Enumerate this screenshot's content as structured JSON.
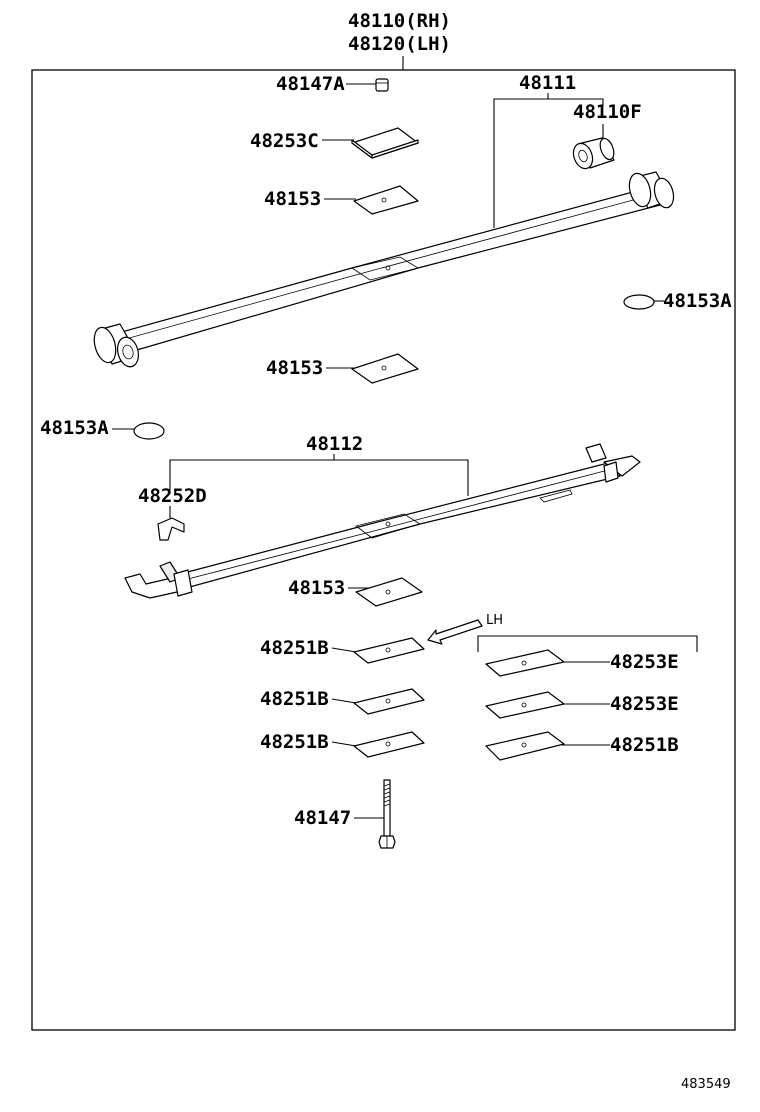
{
  "header": {
    "assembly_rh": "48110(RH)",
    "assembly_lh": "48120(LH)"
  },
  "labels": {
    "p48147A": "48147A",
    "p48111": "48111",
    "p48110F": "48110F",
    "p48253C": "48253C",
    "p48153_top": "48153",
    "p48153A_right": "48153A",
    "p48153_mid": "48153",
    "p48153A_left": "48153A",
    "p48112": "48112",
    "p48252D": "48252D",
    "p48153_low": "48153",
    "lh_note": "LH",
    "p48251B_1": "48251B",
    "p48251B_2": "48251B",
    "p48251B_3": "48251B",
    "p48253E_1": "48253E",
    "p48253E_2": "48253E",
    "p48251B_r": "48251B",
    "p48147": "48147"
  },
  "footer": {
    "ref_code": "483549"
  }
}
